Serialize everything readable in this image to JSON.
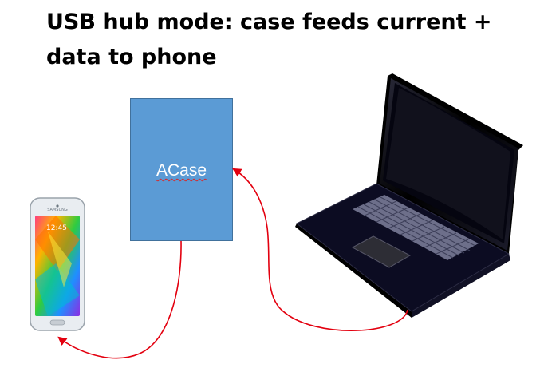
{
  "title": "USB hub mode: case feeds current +\ndata to phone",
  "case_box": {
    "label": "ACase"
  },
  "phone": {
    "brand": "SAMSUNG",
    "clock": "12:45"
  },
  "colors": {
    "case_fill": "#5b9bd5",
    "case_border": "#41719c",
    "arrow": "#e3000f",
    "laptop_body": "#0b0b1c"
  },
  "icons": [
    "smartphone-icon",
    "laptop-icon",
    "arrow-laptop-to-case",
    "arrow-case-to-phone"
  ]
}
